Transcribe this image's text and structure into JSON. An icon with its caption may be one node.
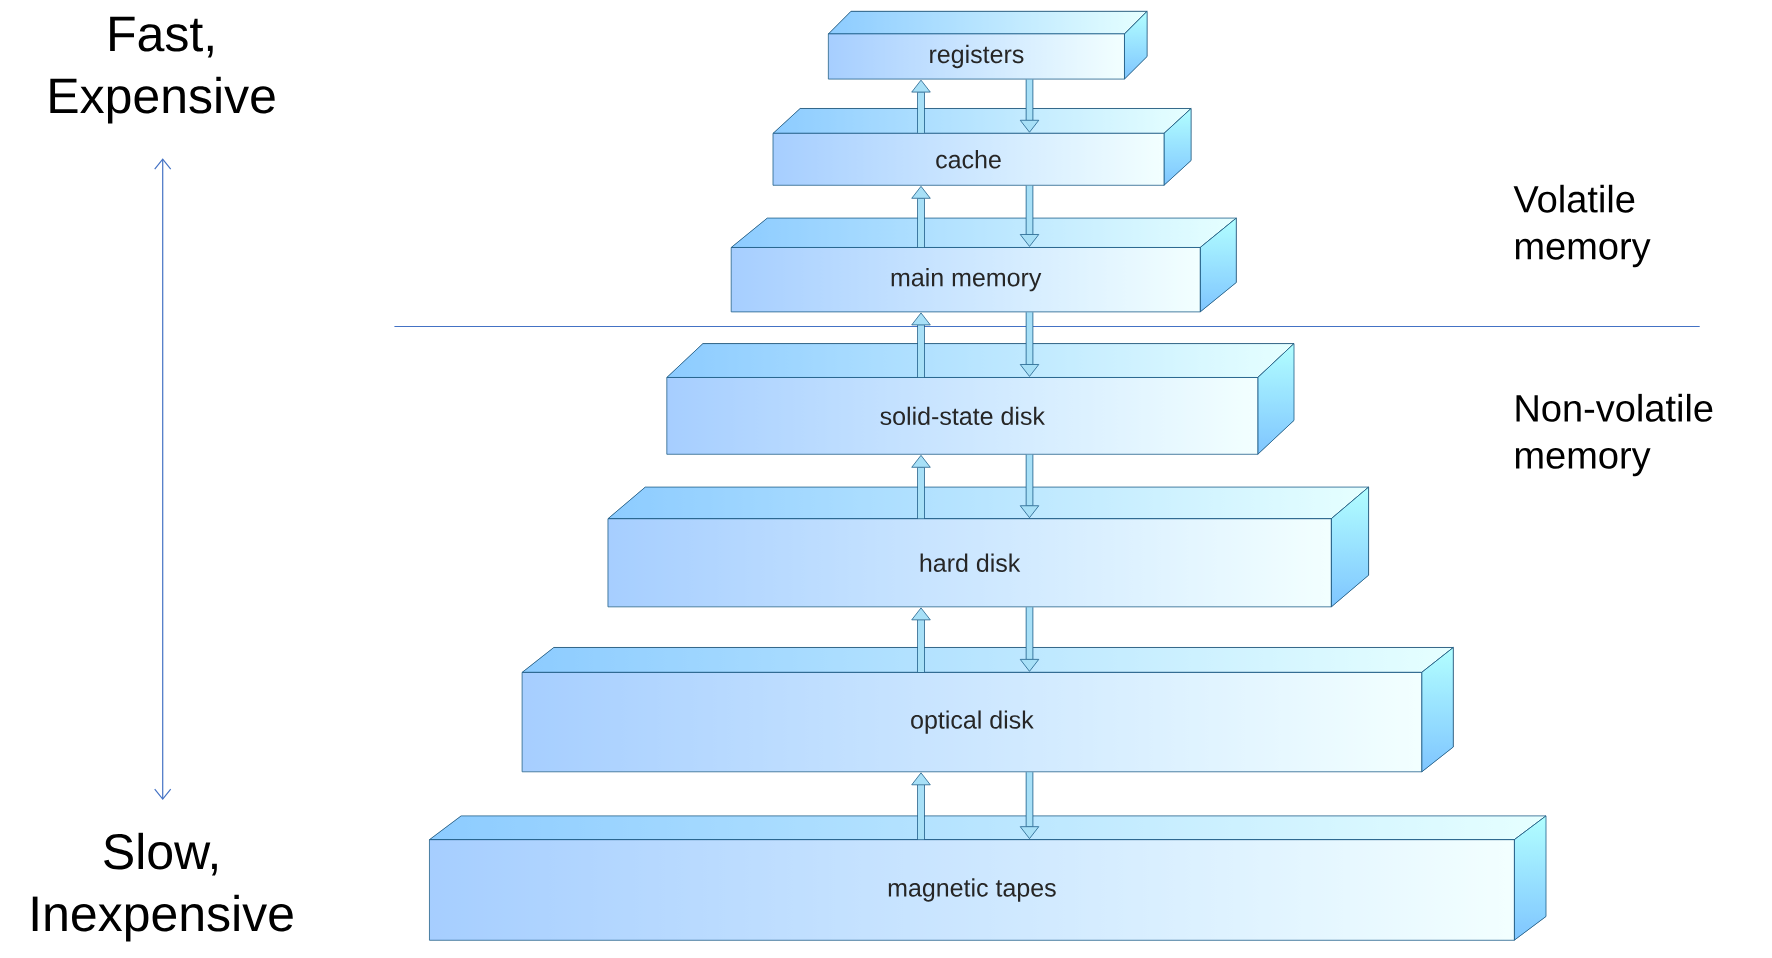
{
  "diagram": {
    "nodes": [
      {
        "text": [
          "registers"
        ]
      },
      {
        "text": [
          "cache"
        ]
      },
      {
        "text": [
          "main memory"
        ]
      },
      {
        "text": [
          "solid-state disk"
        ]
      },
      {
        "text": [
          "hard disk"
        ]
      },
      {
        "text": [
          "optical disk"
        ]
      },
      {
        "text": [
          "magnetic tapes"
        ]
      }
    ],
    "edges": [
      {
        "from": 1,
        "to": 0,
        "arrow": "to"
      },
      {
        "from": 0,
        "to": 1,
        "arrow": "to"
      },
      {
        "from": 2,
        "to": 1,
        "arrow": "to"
      },
      {
        "from": 1,
        "to": 2,
        "arrow": "to"
      },
      {
        "from": 3,
        "to": 2,
        "arrow": "to"
      },
      {
        "from": 2,
        "to": 3,
        "arrow": "to"
      },
      {
        "from": 4,
        "to": 3,
        "arrow": "to"
      },
      {
        "from": 3,
        "to": 4,
        "arrow": "to"
      },
      {
        "from": 5,
        "to": 4,
        "arrow": "to"
      },
      {
        "from": 4,
        "to": 5,
        "arrow": "to"
      },
      {
        "from": 6,
        "to": 5,
        "arrow": "to"
      },
      {
        "from": 5,
        "to": 6,
        "arrow": "to"
      }
    ],
    "labels": [
      "Fast, Expensive",
      "Slow, Inexpensive",
      "Volatile memory",
      "Non-volatile memory"
    ]
  }
}
